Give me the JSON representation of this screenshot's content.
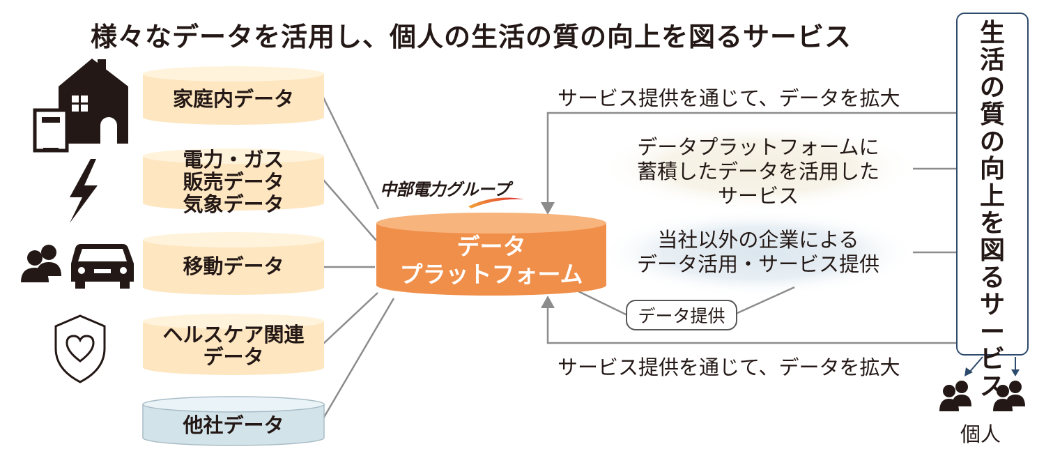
{
  "title": "様々なデータを活用し、個人の生活の質の向上を図るサービス",
  "data_sources": [
    {
      "label": "家庭内データ",
      "icon": "house-icon"
    },
    {
      "label": "電力・ガス\n販売データ\n気象データ",
      "icon": "lightning-icon"
    },
    {
      "label": "移動データ",
      "icon": "people-car-icon"
    },
    {
      "label": "ヘルスケア関連\nデータ",
      "icon": "heart-shield-icon"
    },
    {
      "label": "他社データ",
      "icon": ""
    }
  ],
  "brand": "中部電力グループ",
  "platform": "データ\nプラットフォーム",
  "flow_top": "サービス提供を通じて、データを拡大",
  "flow_bottom": "サービス提供を通じて、データを拡大",
  "service_internal": "データプラットフォームに\n蓄積したデータを活用した\nサービス",
  "service_external": "当社以外の企業による\nデータ活用・サービス提供",
  "data_provision": "データ提供",
  "quality_box": "生活の質の向上を図るサービス",
  "individuals": "個人",
  "colors": {
    "cylinder_fill": "#fde6c0",
    "cylinder_top": "#fff3dc",
    "other_fill": "#d3e3ea",
    "other_top": "#eaf4f8",
    "platform_fill": "#f08f4a",
    "platform_top": "#f7b47c",
    "text": "#231815",
    "box_border": "#2c4a6b"
  }
}
